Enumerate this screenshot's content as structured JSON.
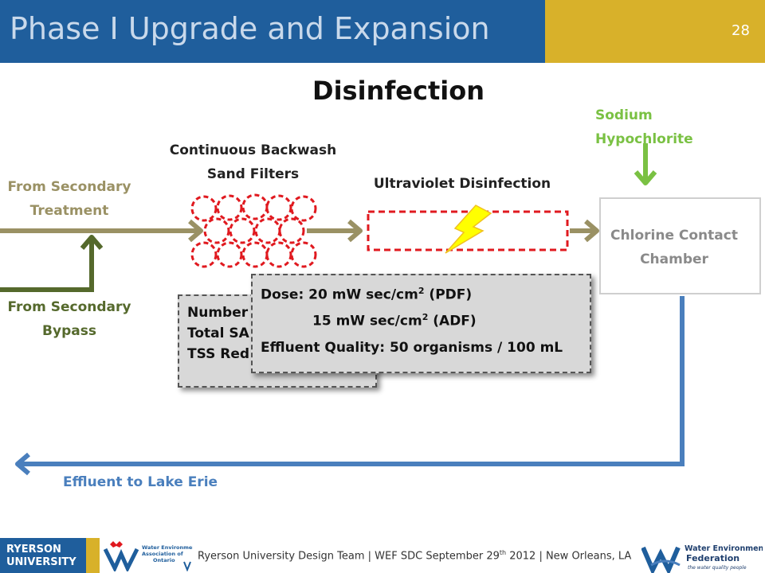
{
  "header": {
    "title": "Phase I Upgrade and Expansion",
    "page_number": "28"
  },
  "main_title": "Disinfection",
  "labels": {
    "from_secondary_treatment": [
      "From Secondary",
      "Treatment"
    ],
    "from_secondary_bypass": [
      "From Secondary",
      "Bypass"
    ],
    "sand_filters": [
      "Continuous Backwash",
      "Sand Filters"
    ],
    "uv_disinfection": "Ultraviolet Disinfection",
    "sodium_hypochlorite": [
      "Sodium",
      "Hypochlorite"
    ],
    "chlorine_chamber": [
      "Chlorine Contact",
      "Chamber"
    ],
    "effluent": "Effluent to Lake Erie"
  },
  "sand_card": {
    "lines": [
      "Number",
      "Total SA",
      "TSS Red"
    ]
  },
  "uv_card": {
    "dose_prefix": "Dose: 20 mW sec/cm",
    "dose_suffix": " (PDF)",
    "dose2_prefix": "15 mW sec/cm",
    "dose2_suffix": " (ADF)",
    "superscript": "2",
    "effluent_quality": "Effluent Quality: 50 organisms / 100 mL"
  },
  "footer": {
    "ryerson_logo": [
      "RYERSON",
      "UNIVERSITY"
    ],
    "weao_logo": [
      "Water Environment",
      "Association of",
      "Ontario"
    ],
    "text_prefix": "Ryerson University Design Team | WEF SDC  September 29",
    "text_sup": "th",
    "text_suffix": " 2012  | New Orleans, LA",
    "wef_logo": [
      "Water Environment",
      "Federation",
      "the water quality people"
    ]
  },
  "colors": {
    "header_blue": "#1f5e9c",
    "header_gold": "#d8b12a",
    "flow_khaki": "#9a9164",
    "bypass_olive": "#55692c",
    "effluent_blue": "#4a7fbd",
    "dashed_red": "#e0191f",
    "lightning_yellow": "#ffff00",
    "hypochlorite_green": "#7ac143"
  }
}
